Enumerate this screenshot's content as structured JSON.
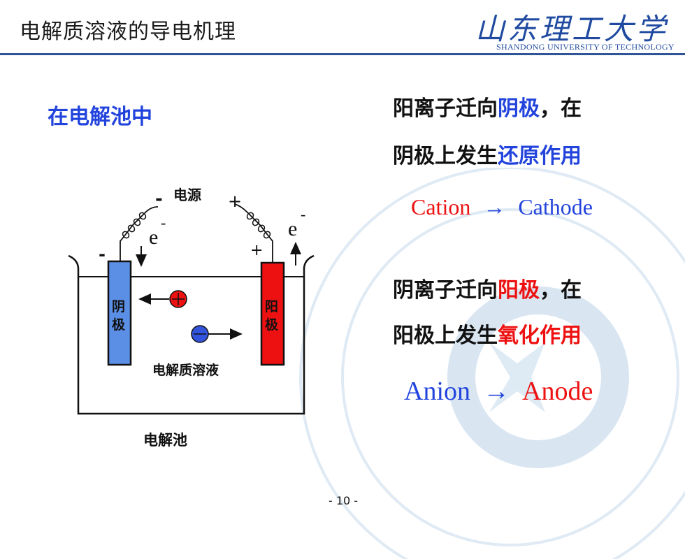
{
  "header": {
    "title": "电解质溶液的导电机理",
    "logo_text": "山东理工大学",
    "logo_sub": "SHANDONG UNIVERSITY OF TECHNOLOGY"
  },
  "intro": "在电解池中",
  "cation_block": {
    "line1_a": "阳离子迁向",
    "line1_b": "阴极",
    "line1_c": "，在",
    "line2_a": "阴极上发生",
    "line2_b": "还原作用",
    "eq_from": "Cation",
    "eq_arrow": "→",
    "eq_to": "Cathode"
  },
  "anion_block": {
    "line1_a": "阴离子迁向",
    "line1_b": "阳极",
    "line1_c": "，在",
    "line2_a": "阳极上发生",
    "line2_b": "氧化作用",
    "eq_from": "Anion",
    "eq_arrow": "→",
    "eq_to": "Anode"
  },
  "diagram": {
    "power_label": "电源",
    "minus": "-",
    "plus": "+",
    "electron": "e",
    "electron_sup": "-",
    "cathode_label_1": "阴",
    "cathode_label_2": "极",
    "anode_label_1": "阳",
    "anode_label_2": "极",
    "solution_label": "电解质溶液",
    "cell_label": "电解池"
  },
  "footer": {
    "page": "- 10 -"
  },
  "colors": {
    "accent_blue": "#2244dd",
    "accent_red": "#ee1111",
    "cathode_fill": "#5b8fe6",
    "anode_fill": "#ee1111",
    "rule": "#2f5597"
  }
}
